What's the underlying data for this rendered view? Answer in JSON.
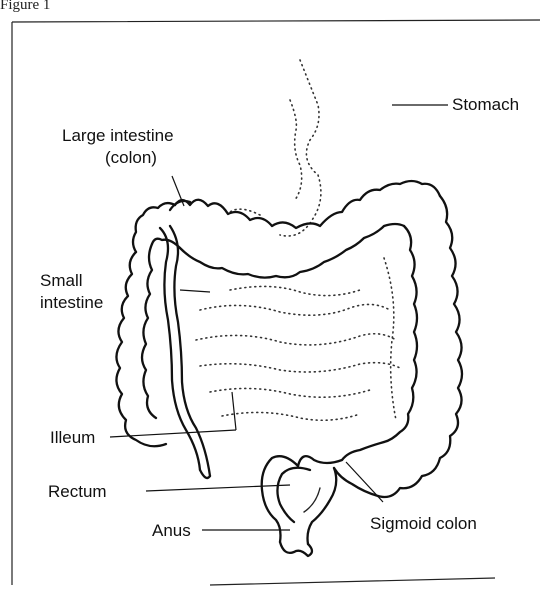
{
  "caption": "Figure 1",
  "labels": {
    "large_intestine_line1": "Large intestine",
    "large_intestine_line2": "(colon)",
    "stomach": "Stomach",
    "small_intestine_line1": "Small",
    "small_intestine_line2": "intestine",
    "ileum": "Illeum",
    "rectum": "Rectum",
    "anus": "Anus",
    "sigmoid_colon": "Sigmoid colon"
  }
}
